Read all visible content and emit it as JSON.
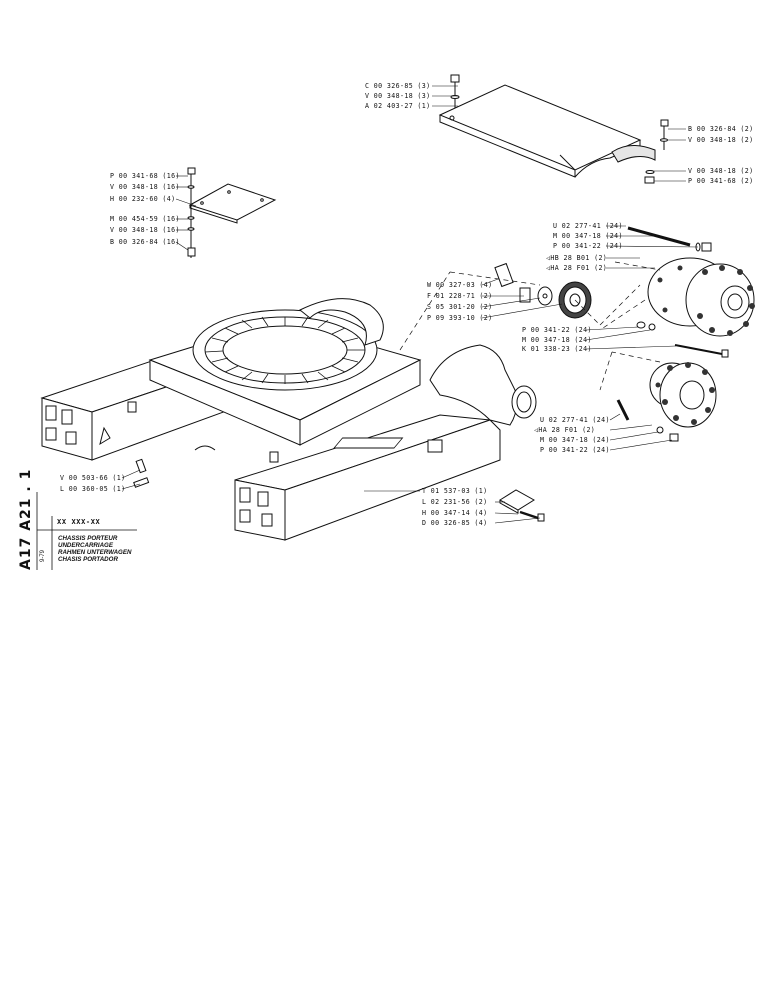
{
  "sheet": {
    "code": "A17 A21 . 1",
    "date": "9-79",
    "ref": "XX XXX-XX",
    "titles": [
      "CHASSIS PORTEUR",
      "UNDERCARRIAGE",
      "RAHMEN UNTERWAGEN",
      "CHASIS PORTADOR"
    ]
  },
  "labels": {
    "cover_top": [
      "C 00 326-85 (3)",
      "V 00 348-18 (3)",
      "A 02 403-27 (1)"
    ],
    "cover_right": [
      "B 00 326-84 (2)",
      "V 00 348-18 (2)"
    ],
    "cover_bottom": [
      "V 00 348-18 (2)",
      "P 00 341-68 (2)"
    ],
    "plate_left": [
      "P 00 341-68 (16)",
      "V 00 348-18 (16)",
      "H 00 232-60 (4)",
      "M 00 454-59 (16)",
      "V 00 348-18 (16)",
      "B 00 326-84 (16)"
    ],
    "motor_upper": [
      "U 02 277-41 (24)",
      "M 00 347-18 (24)",
      "P 00 341-22 (24)",
      "HB 28 B01 (2)",
      "HA 28 F01 (2)"
    ],
    "gear_group": [
      "W 00 327-03 (4)",
      "F 01 228-71 (2)",
      "S 05 301-20 (2)",
      "P 09 393-10 (2)"
    ],
    "motor_mid": [
      "P 00 341-22 (24)",
      "M 00 347-18 (24)",
      "K 01 338-23 (24)"
    ],
    "motor_lower": [
      "U 02 277-41 (24)",
      "HA 28 F01 (2)",
      "M 00 347-18 (24)",
      "P 00 341-22 (24)"
    ],
    "pin_group": [
      "V 00 503-66 (1)",
      "L 00 360-05 (1)"
    ],
    "frame_group": [
      "T 01 537-03 (1)",
      "L 02 231-56 (2)",
      "H 00 347-14 (4)",
      "D 00 326-85 (4)"
    ]
  }
}
